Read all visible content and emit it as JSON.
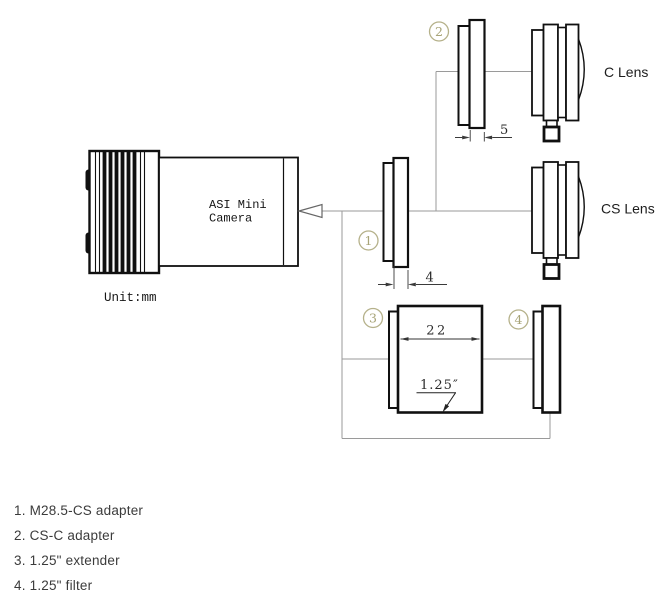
{
  "diagram": {
    "camera": {
      "label_line1": "ASI Mini",
      "label_line2": "Camera",
      "unit_label": "Unit:mm"
    },
    "lenses": {
      "c_lens_label": "C Lens",
      "cs_lens_label": "CS Lens"
    },
    "dimensions": {
      "adapter1_width_mm": "4",
      "adapter2_width_mm": "5",
      "extender_width_mm": "22",
      "extender_bore": "1.25″"
    },
    "callouts": {
      "n1": "1",
      "n2": "2",
      "n3": "3",
      "n4": "4"
    }
  },
  "legend": {
    "items": [
      "1. M28.5-CS adapter",
      "2. CS-C adapter",
      "3. 1.25\" extender",
      "4. 1.25\" filter"
    ]
  },
  "colors": {
    "ink": "#101010",
    "connector_line": "#9a9a9a",
    "callout_accent": "#a8a478",
    "legend_text": "#3b3b3b"
  }
}
